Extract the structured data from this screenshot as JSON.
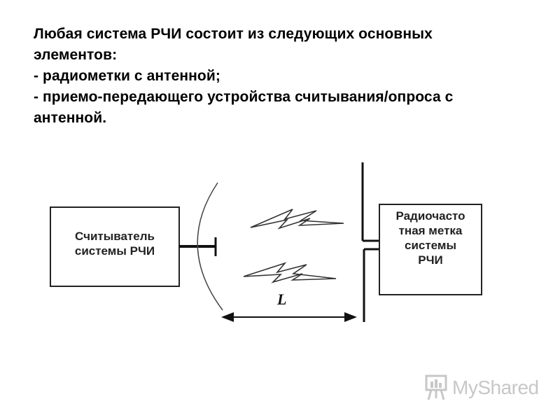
{
  "intro": {
    "lines": [
      "Любая система РЧИ состоит из следующих основных",
      "элементов:",
      "- радиометки с антенной;",
      "- приемо-передающего устройства считывания/опроса с",
      "антенной."
    ]
  },
  "diagram": {
    "reader_label_lines": [
      "Считыватель",
      "системы РЧИ"
    ],
    "tag_label_lines": [
      "Радиочасто",
      "тная метка",
      "системы",
      "РЧИ"
    ],
    "distance_label": "L"
  },
  "watermark": {
    "text": "MyShared",
    "icon": "presentation-board-icon",
    "color": "#9a9a9a"
  }
}
